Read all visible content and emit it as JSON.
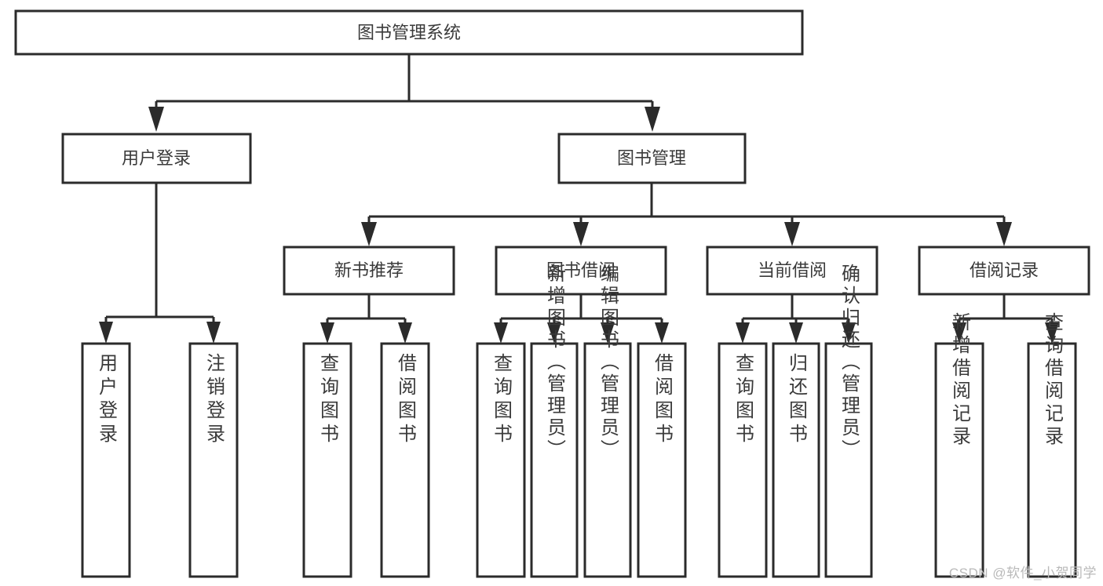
{
  "diagram": {
    "type": "tree-hierarchy",
    "orientation": "top-down",
    "root": {
      "label": "图书管理系统"
    },
    "level1": [
      {
        "label": "用户登录"
      },
      {
        "label": "图书管理"
      }
    ],
    "level2": [
      {
        "label": "新书推荐"
      },
      {
        "label": "图书借阅"
      },
      {
        "label": "当前借阅"
      },
      {
        "label": "借阅记录"
      }
    ],
    "leaves": {
      "user_login": [
        {
          "label": "用户登录"
        },
        {
          "label": "注销登录"
        }
      ],
      "new_book_recommend": [
        {
          "label": "查询图书"
        },
        {
          "label": "借阅图书"
        }
      ],
      "book_borrow": [
        {
          "label": "查询图书"
        },
        {
          "label": "新增图书（管理员）"
        },
        {
          "label": "编辑图书（管理员）"
        },
        {
          "label": "借阅图书"
        }
      ],
      "current_borrow": [
        {
          "label": "查询图书"
        },
        {
          "label": "归还图书"
        },
        {
          "label": "确认归还（管理员）"
        }
      ],
      "borrow_record": [
        {
          "label": "新增借阅记录"
        },
        {
          "label": "查询借阅记录"
        }
      ]
    },
    "colors": {
      "box_stroke": "#2b2b2b",
      "box_fill": "#ffffff",
      "text": "#3a3a3a",
      "background": "#ffffff",
      "watermark": "#b9b9b9"
    }
  },
  "watermark": {
    "text": "CSDN @软件_小贺同学"
  }
}
